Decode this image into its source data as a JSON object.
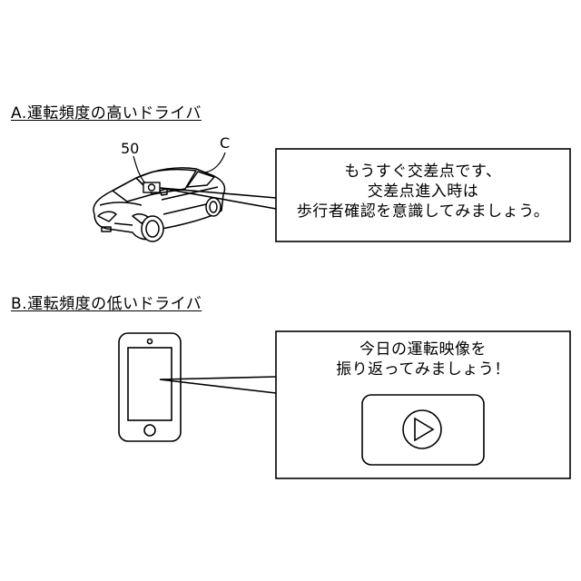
{
  "section_a": {
    "title": "A.運転頻度の高いドライバ",
    "labels": {
      "camera": "50",
      "car": "C"
    },
    "message": [
      "もうすぐ交差点です、",
      "交差点進入時は",
      "歩行者確認を意識してみましょう。"
    ]
  },
  "section_b": {
    "title": "B.運転頻度の低いドライバ",
    "message": [
      "今日の運転映像を",
      "振り返ってみましょう！"
    ],
    "media": {
      "icon": "play-icon"
    }
  }
}
